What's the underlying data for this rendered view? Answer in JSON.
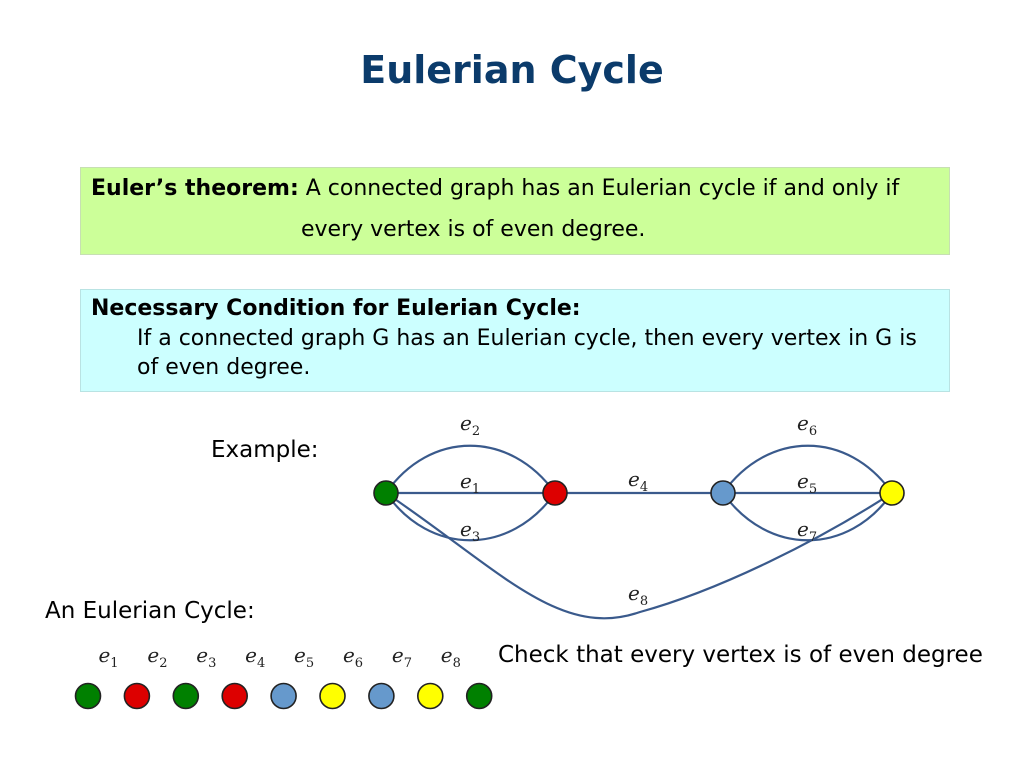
{
  "title": "Eulerian Cycle",
  "theorem": {
    "heading": "Euler’s theorem:",
    "line1": "A connected graph has an Eulerian cycle if and only if",
    "line2": "every vertex is of even degree."
  },
  "necessary": {
    "heading": "Necessary Condition for Eulerian Cycle:",
    "body": "If a connected graph G has an Eulerian cycle, then every vertex in G is of even degree."
  },
  "example_label": "Example:",
  "cycle_label": "An Eulerian Cycle:",
  "check_text": "Check that every vertex is of even degree",
  "colors": {
    "green": "#008000",
    "red": "#dd0000",
    "blue": "#6699cc",
    "yellow": "#ffff00",
    "edge": "#3a5a8c"
  },
  "graph": {
    "vertices": [
      {
        "id": "v1",
        "color": "green"
      },
      {
        "id": "v2",
        "color": "red"
      },
      {
        "id": "v3",
        "color": "blue"
      },
      {
        "id": "v4",
        "color": "yellow"
      }
    ],
    "edges": [
      {
        "id": "e1",
        "name": "e",
        "sub": "1",
        "from": "v1",
        "to": "v2"
      },
      {
        "id": "e2",
        "name": "e",
        "sub": "2",
        "from": "v1",
        "to": "v2"
      },
      {
        "id": "e3",
        "name": "e",
        "sub": "3",
        "from": "v1",
        "to": "v2"
      },
      {
        "id": "e4",
        "name": "e",
        "sub": "4",
        "from": "v2",
        "to": "v3"
      },
      {
        "id": "e5",
        "name": "e",
        "sub": "5",
        "from": "v3",
        "to": "v4"
      },
      {
        "id": "e6",
        "name": "e",
        "sub": "6",
        "from": "v3",
        "to": "v4"
      },
      {
        "id": "e7",
        "name": "e",
        "sub": "7",
        "from": "v3",
        "to": "v4"
      },
      {
        "id": "e8",
        "name": "e",
        "sub": "8",
        "from": "v1",
        "to": "v4"
      }
    ]
  },
  "cycle": {
    "vertex_colors": [
      "green",
      "red",
      "green",
      "red",
      "blue",
      "yellow",
      "blue",
      "yellow",
      "green"
    ],
    "edges": [
      {
        "name": "e",
        "sub": "1"
      },
      {
        "name": "e",
        "sub": "2"
      },
      {
        "name": "e",
        "sub": "3"
      },
      {
        "name": "e",
        "sub": "4"
      },
      {
        "name": "e",
        "sub": "5"
      },
      {
        "name": "e",
        "sub": "6"
      },
      {
        "name": "e",
        "sub": "7"
      },
      {
        "name": "e",
        "sub": "8"
      }
    ]
  }
}
